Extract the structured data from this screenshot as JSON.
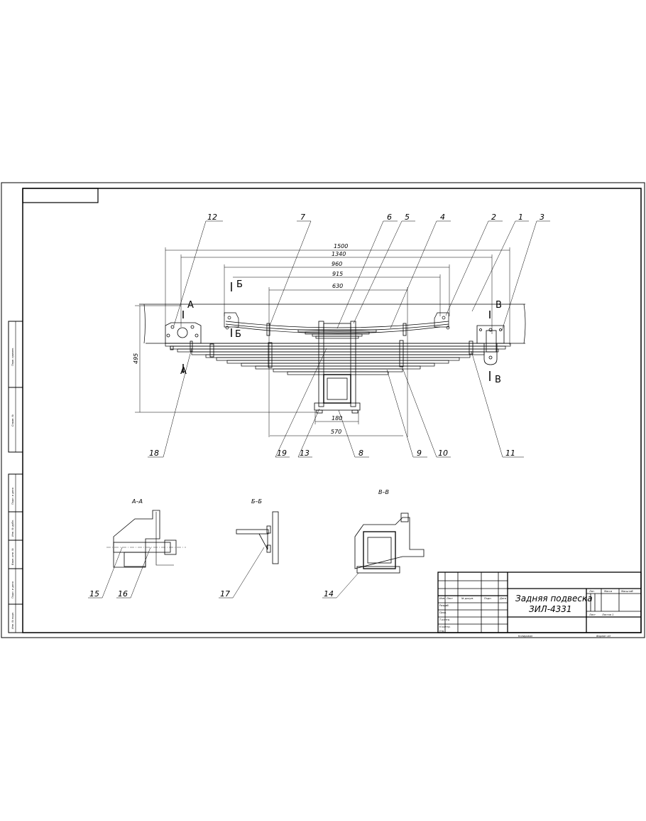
{
  "title_block": {
    "title_line1": "Задняя подвеска",
    "title_line2": "ЗИЛ-4331",
    "copied": "Копировал",
    "format": "Формат А3",
    "col_headers": [
      "Изм.",
      "Лист",
      "№ докум.",
      "Подп.",
      "Дата"
    ],
    "rows": [
      "Разраб.",
      "Пров.",
      "Т.контр.",
      "Н.контр.",
      "Утв."
    ],
    "right_headers": [
      "Лит.",
      "Масса",
      "Масштаб"
    ],
    "sheet": "Лист",
    "sheets": "Листов 1"
  },
  "margin_stamps": [
    "Перв. примен.",
    "Справ. №",
    "Подп. и дата",
    "Инв. № дубл.",
    "Взам. инв. №",
    "Подп. и дата",
    "Инв. № подл."
  ],
  "dimensions": {
    "d1500": "1500",
    "d1340": "1340",
    "d960": "960",
    "d915": "915",
    "d630": "630",
    "d495": "495",
    "d180": "180",
    "d570": "570"
  },
  "section_marks": {
    "a": "А",
    "a_end": "А",
    "b": "Б",
    "b_end": "Б",
    "v": "В",
    "v_end": "В"
  },
  "section_titles": {
    "aa": "А–А",
    "bb": "Б–Б",
    "vv": "В–В"
  },
  "callouts": {
    "c12": "12",
    "c7": "7",
    "c6": "6",
    "c5": "5",
    "c4": "4",
    "c2": "2",
    "c1": "1",
    "c3": "3",
    "c18": "18",
    "c19": "19",
    "c13": "13",
    "c8": "8",
    "c9": "9",
    "c10": "10",
    "c11": "11",
    "c15": "15",
    "c16": "16",
    "c17": "17",
    "c14": "14"
  }
}
